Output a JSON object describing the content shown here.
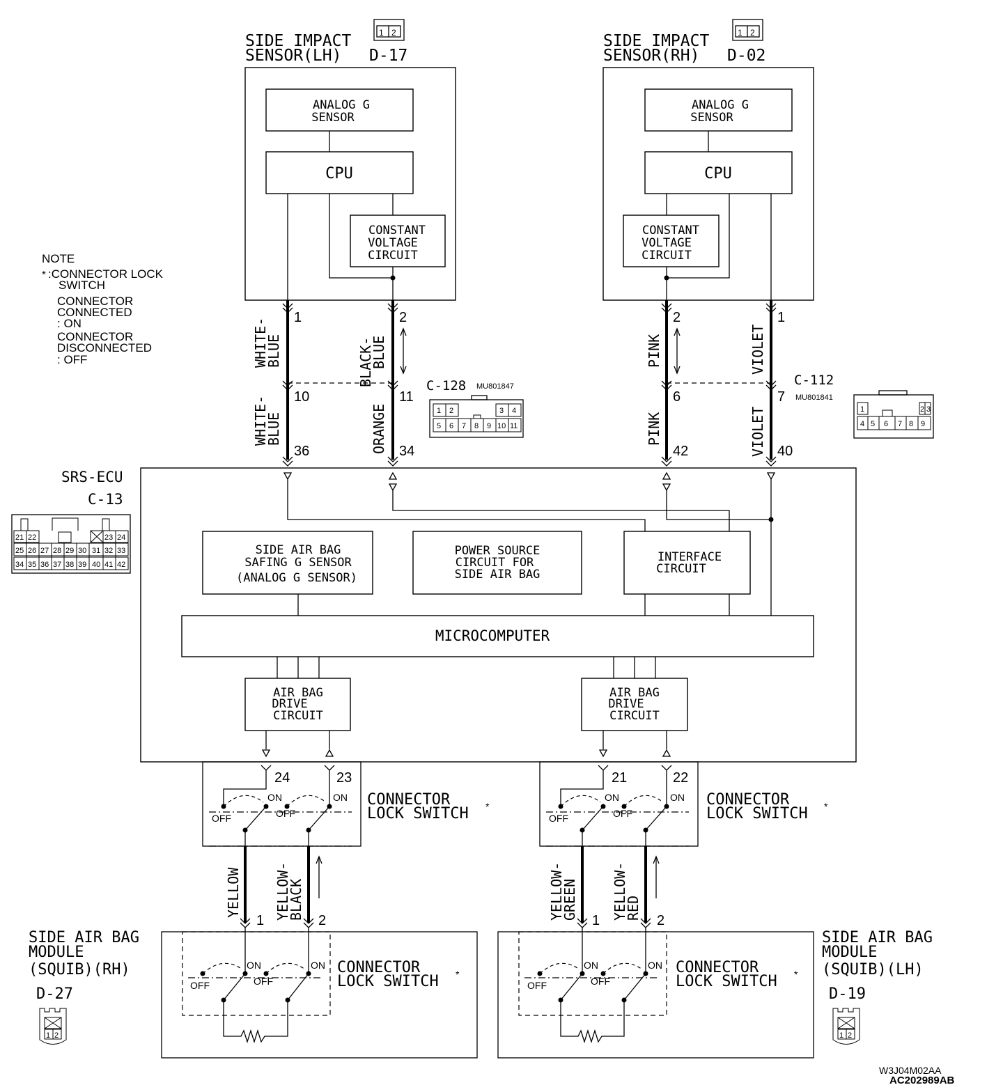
{
  "sensor_lh": {
    "title1": "SIDE IMPACT",
    "title2": "SENSOR(LH)",
    "code": "D-17",
    "analog1": "ANALOG G",
    "analog2": "SENSOR",
    "cpu": "CPU",
    "cv1": "CONSTANT",
    "cv2": "VOLTAGE",
    "cv3": "CIRCUIT",
    "pin_a": "1",
    "pin_b": "2"
  },
  "sensor_rh": {
    "title1": "SIDE IMPACT",
    "title2": "SENSOR(RH)",
    "code": "D-02",
    "analog1": "ANALOG G",
    "analog2": "SENSOR",
    "cpu": "CPU",
    "cv1": "CONSTANT",
    "cv2": "VOLTAGE",
    "cv3": "CIRCUIT",
    "pin_a": "2",
    "pin_b": "1"
  },
  "connector_icon_12": {
    "p1": "1",
    "p2": "2"
  },
  "note": {
    "title": "NOTE",
    "star": "*",
    "l1": ":CONNECTOR LOCK",
    "l2": "SWITCH",
    "l3": "CONNECTOR",
    "l4": "CONNECTED",
    "l5": ": ON",
    "l6": "CONNECTOR",
    "l7": "DISCONNECTED",
    "l8": ": OFF"
  },
  "wires_upper": {
    "white_blue_a": "WHITE-",
    "white_blue_b": "BLUE",
    "black_blue_a": "BLACK-",
    "black_blue_b": "BLUE",
    "pink": "PINK",
    "violet": "VIOLET",
    "white_blue2_a": "WHITE-",
    "white_blue2_b": "BLUE",
    "orange": "ORANGE",
    "pink2": "PINK",
    "violet2": "VIOLET"
  },
  "pins_upper": {
    "p10": "10",
    "p11": "11",
    "p36": "36",
    "p34": "34",
    "p6": "6",
    "p7": "7",
    "p42": "42",
    "p40": "40"
  },
  "c128": {
    "code": "C-128",
    "part": "MU801847",
    "pins": [
      "1",
      "2",
      "3",
      "4",
      "5",
      "6",
      "7",
      "8",
      "9",
      "10",
      "11"
    ]
  },
  "c112": {
    "code": "C-112",
    "part": "MU801841",
    "pins": [
      "1",
      "2",
      "3",
      "4",
      "5",
      "6",
      "7",
      "8",
      "9"
    ]
  },
  "ecu": {
    "name": "SRS-ECU",
    "code": "C-13",
    "safing1": "SIDE AIR BAG",
    "safing2": "SAFING G SENSOR",
    "safing3": "(ANALOG G SENSOR)",
    "power1": "POWER SOURCE",
    "power2": "CIRCUIT FOR",
    "power3": "SIDE AIR BAG",
    "iface1": "INTERFACE",
    "iface2": "CIRCUIT",
    "micro": "MICROCOMPUTER",
    "drive1": "AIR BAG",
    "drive2": "DRIVE",
    "drive3": "CIRCUIT"
  },
  "c13_pins": {
    "row1": [
      "21",
      "22",
      "",
      "",
      "",
      "",
      "23",
      "24"
    ],
    "row2": [
      "25",
      "26",
      "27",
      "28",
      "29",
      "30",
      "31",
      "32",
      "33"
    ],
    "row3": [
      "34",
      "35",
      "36",
      "37",
      "38",
      "39",
      "40",
      "41",
      "42"
    ]
  },
  "lower": {
    "p24": "24",
    "p23": "23",
    "p21": "21",
    "p22": "22",
    "on": "ON",
    "off": "OFF",
    "cls1": "CONNECTOR",
    "cls2": "LOCK SWITCH",
    "star": "*",
    "yellow": "YELLOW",
    "yb1": "YELLOW-",
    "yb2": "BLACK",
    "yg1": "YELLOW-",
    "yg2": "GREEN",
    "yr1": "YELLOW-",
    "yr2": "RED",
    "p1": "1",
    "p2": "2"
  },
  "module_rh": {
    "l1": "SIDE AIR BAG",
    "l2": "MODULE",
    "l3": "(SQUIB)(RH)",
    "code": "D-27"
  },
  "module_lh": {
    "l1": "SIDE AIR BAG",
    "l2": "MODULE",
    "l3": "(SQUIB)(LH)",
    "code": "D-19"
  },
  "footer": {
    "ref1": "W3J04M02AA",
    "ref2": "AC202989AB"
  }
}
